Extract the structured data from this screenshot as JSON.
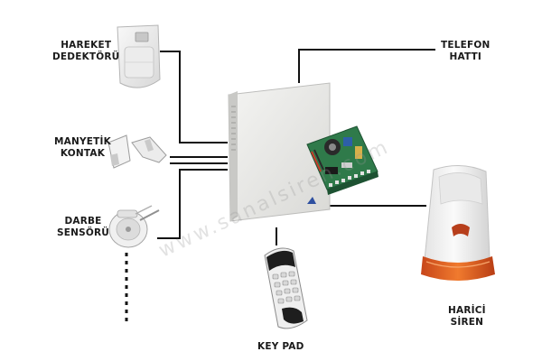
{
  "labels": {
    "motion_detector": "HAREKET\nDEDEKTÖRÜ",
    "magnetic_contact": "MANYETİK\nKONTAK",
    "shock_sensor": "DARBE\nSENSÖRÜ",
    "phone_line": "TELEFON\nHATTI",
    "external_siren": "HARİCİ\nSİREN",
    "keypad": "KEY PAD"
  },
  "watermark": "www.sanalsiren.com",
  "colors": {
    "wire": "#111111",
    "panel": "#e8e8e6",
    "siren_body": "#f2f2f2",
    "siren_light": "#e8651e",
    "pcb": "#2f7a4a"
  }
}
